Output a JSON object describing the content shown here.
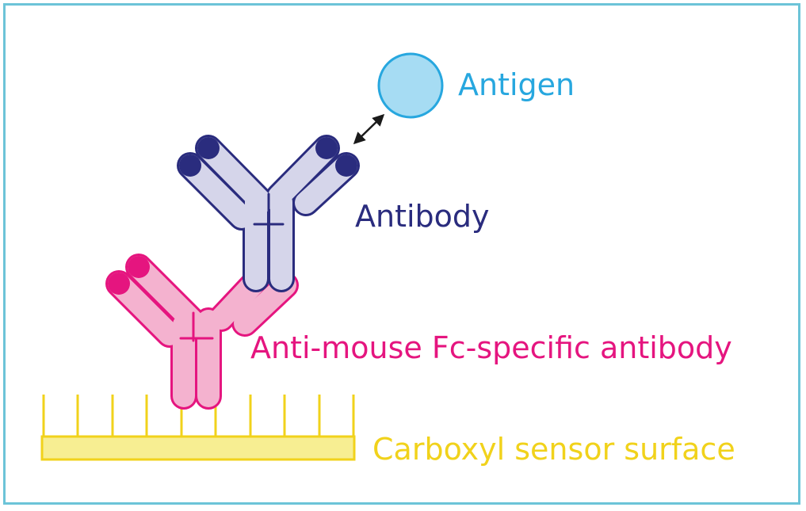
{
  "colors": {
    "frame": "#6cc4d8",
    "antigen_fill": "#a6dcf3",
    "antigen_stroke": "#27a7df",
    "antibody_fill": "#d5d5ea",
    "antibody_stroke": "#2a2c7e",
    "capture_fill": "#f4b2cf",
    "capture_stroke": "#e5157f",
    "surface_fill": "#f7ee92",
    "surface_stroke": "#f1d21b",
    "arrow": "#1a1a1a"
  },
  "labels": {
    "antigen": "Antigen",
    "antibody": "Antibody",
    "capture_antibody": "Anti-mouse Fc-specific antibody",
    "surface": "Carboxyl sensor surface"
  },
  "icons": {
    "antigen": "antigen-circle-icon",
    "antibody": "antibody-y-icon",
    "capture_antibody": "capture-antibody-y-icon",
    "binding_arrow": "double-arrow-icon",
    "surface": "sensor-surface-icon"
  }
}
